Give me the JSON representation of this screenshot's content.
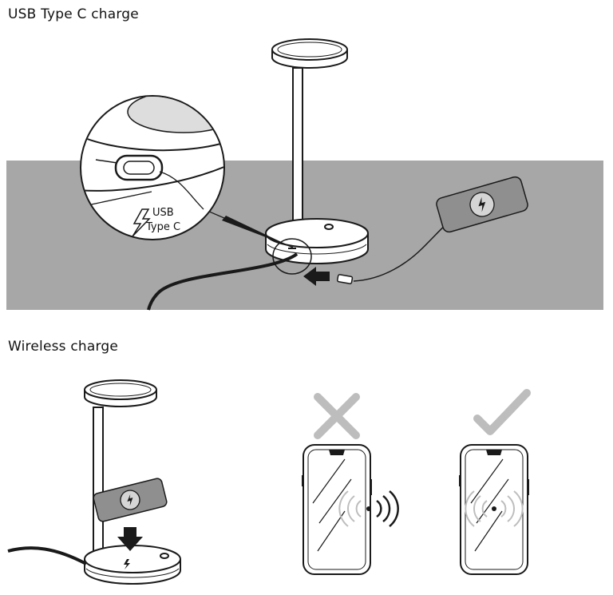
{
  "sections": {
    "usb": {
      "title": "USB Type C charge",
      "callout_line1": "USB",
      "callout_line2": "Type C"
    },
    "wireless": {
      "title": "Wireless charge"
    }
  },
  "icons": [
    "lightning-icon",
    "arrow-icon",
    "cross-icon",
    "check-icon",
    "signal-wave-icon"
  ],
  "colors": {
    "floor": "#a7a7a7",
    "line": "#1a1a1a",
    "phone_fill": "#8f8f8f",
    "marks": "#bdbdbd"
  }
}
